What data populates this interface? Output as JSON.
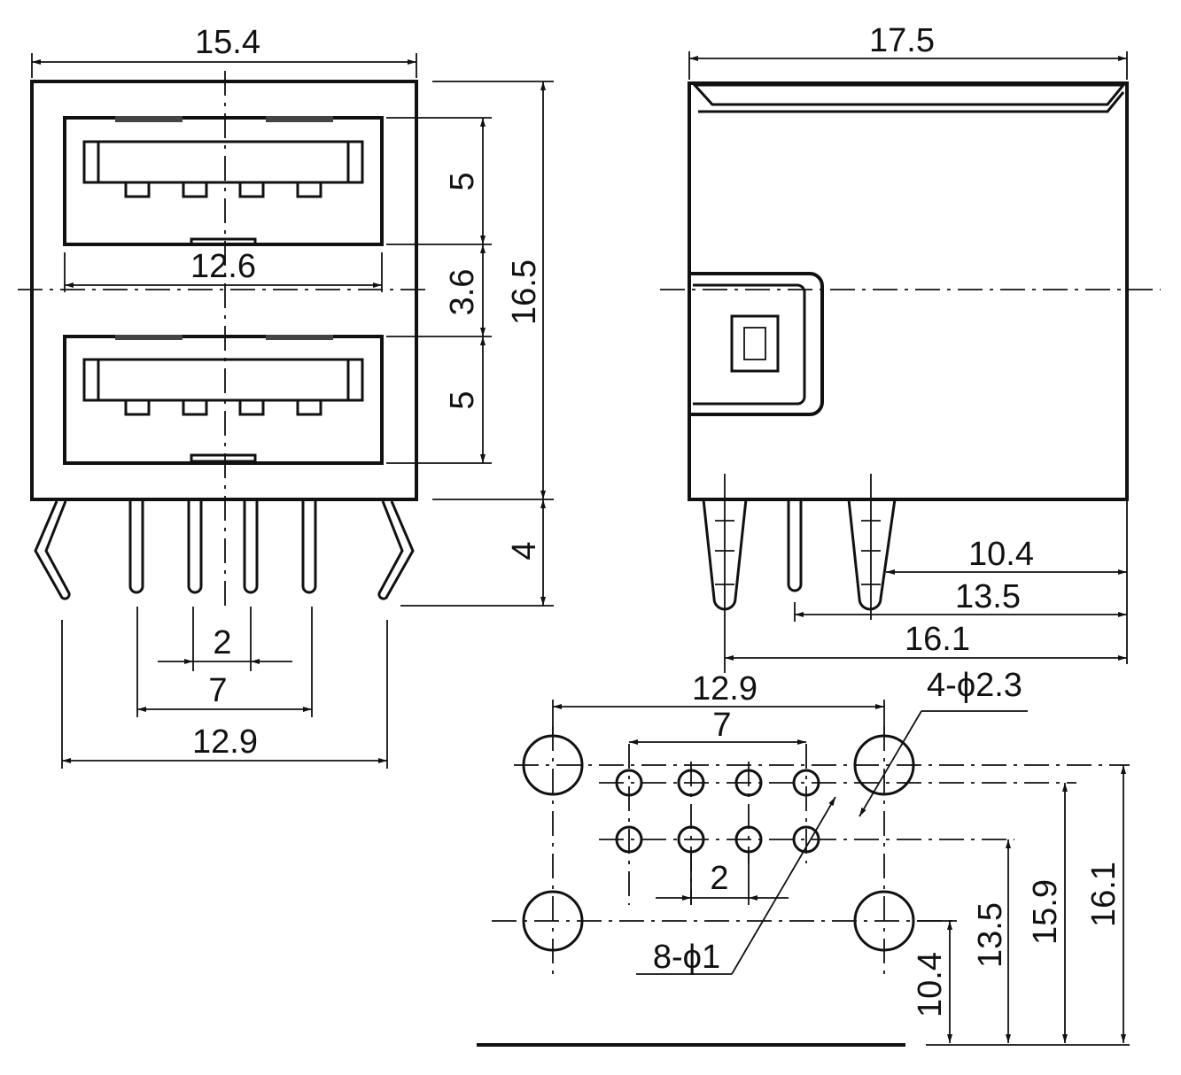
{
  "front_view": {
    "overall_width": "15.4",
    "port_width": "12.6",
    "port_height_top": "5",
    "port_gap": "3.6",
    "port_height_bottom": "5",
    "body_height": "16.5",
    "pin_length": "4",
    "pin_pitch": "2",
    "signal_pin_span": "7",
    "mount_pin_span": "12.9"
  },
  "side_view": {
    "overall_depth": "17.5",
    "dim_a": "10.4",
    "dim_b": "13.5",
    "dim_c": "16.1"
  },
  "pcb_layout": {
    "mount_hole_span": "12.9",
    "signal_hole_span": "7",
    "mount_hole_callout": "4-ϕ2.3",
    "signal_hole_pitch": "2",
    "signal_hole_callout": "8-ϕ1",
    "v_dim_a": "10.4",
    "v_dim_b": "13.5",
    "v_dim_c": "15.9",
    "v_dim_d": "16.1"
  }
}
